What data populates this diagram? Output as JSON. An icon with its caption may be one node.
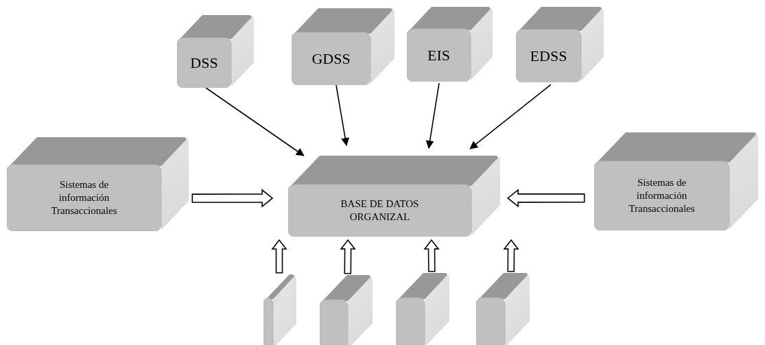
{
  "diagram": {
    "nodes": [
      {
        "text": [
          "DSS"
        ]
      },
      {
        "text": [
          "GDSS"
        ]
      },
      {
        "text": [
          "EIS"
        ]
      },
      {
        "text": [
          "EDSS"
        ]
      },
      {
        "text": [
          "Sistemas de información Transaccionales"
        ]
      },
      {
        "text": [
          "BASE DE DATOS ORGANIZAL"
        ]
      },
      {
        "text": [
          "Sistemas de información Transaccionales"
        ]
      },
      {
        "text": [],
        "shape": "box"
      },
      {
        "text": [],
        "shape": "box"
      },
      {
        "text": [],
        "shape": "box"
      },
      {
        "text": [],
        "shape": "box"
      }
    ],
    "edges": [
      {
        "from": 0,
        "to": 5,
        "arrow": "to"
      },
      {
        "from": 1,
        "to": 5,
        "arrow": "to"
      },
      {
        "from": 2,
        "to": 5,
        "arrow": "to"
      },
      {
        "from": 3,
        "to": 5,
        "arrow": "to"
      },
      {
        "from": 4,
        "to": 5,
        "arrow": "to",
        "style": "thick"
      },
      {
        "from": 6,
        "to": 5,
        "arrow": "to",
        "style": "thick"
      },
      {
        "from": 7,
        "to": 5,
        "arrow": "to",
        "style": "thick"
      },
      {
        "from": 8,
        "to": 5,
        "arrow": "to",
        "style": "thick"
      },
      {
        "from": 9,
        "to": 5,
        "arrow": "to",
        "style": "thick"
      },
      {
        "from": 10,
        "to": 5,
        "arrow": "to",
        "style": "thick"
      }
    ]
  }
}
